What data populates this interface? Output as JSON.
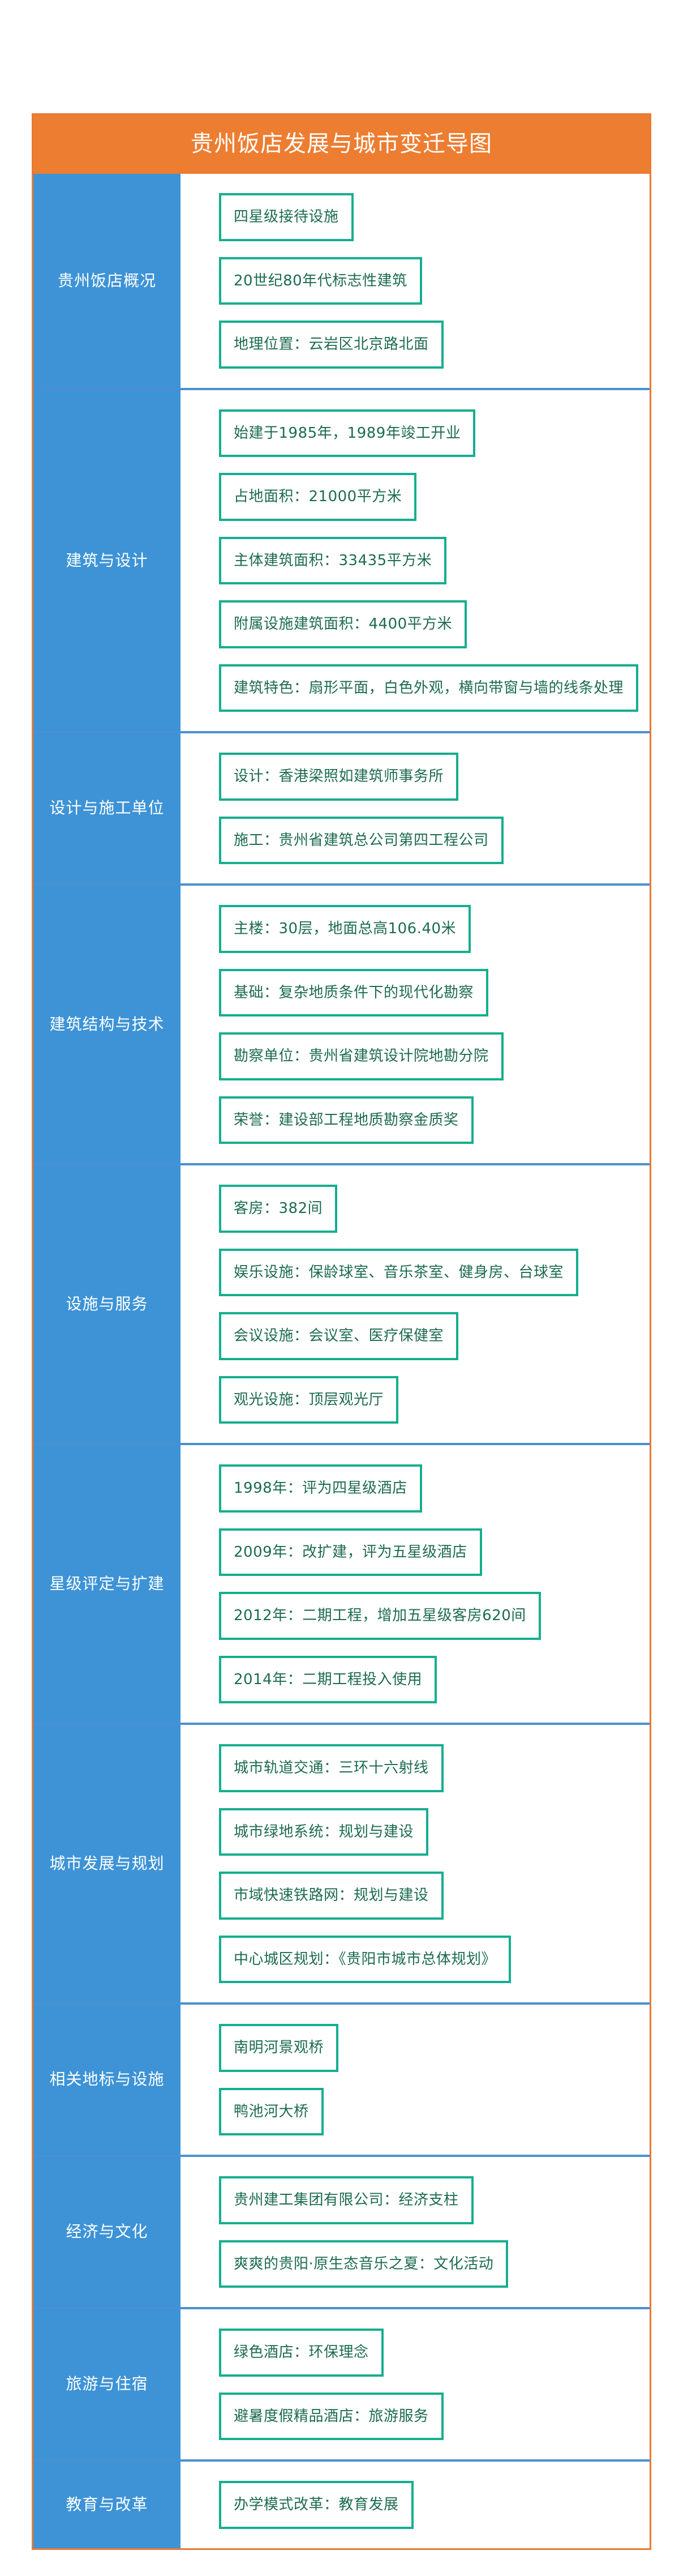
{
  "theme": {
    "header_bg": "#ED7D31",
    "header_text": "#FFFFFF",
    "label_bg": "#3D93D6",
    "label_text": "#FFFFFF",
    "node_border": "#16AE8E",
    "node_text": "#1C6B50",
    "frame_border": "#E87A34",
    "row_divider": "#4A90D0",
    "page_bg": "#FFFFFF"
  },
  "header": {
    "title": "贵州饭店发展与城市变迁导图"
  },
  "sections": [
    {
      "label": "贵州饭店概况",
      "nodes": [
        "四星级接待设施",
        "20世纪80年代标志性建筑",
        "地理位置：云岩区北京路北面"
      ]
    },
    {
      "label": "建筑与设计",
      "nodes": [
        "始建于1985年，1989年竣工开业",
        "占地面积：21000平方米",
        "主体建筑面积：33435平方米",
        "附属设施建筑面积：4400平方米",
        "建筑特色：扇形平面，白色外观，横向带窗与墙的线条处理"
      ]
    },
    {
      "label": "设计与施工单位",
      "nodes": [
        "设计：香港梁照如建筑师事务所",
        "施工：贵州省建筑总公司第四工程公司"
      ]
    },
    {
      "label": "建筑结构与技术",
      "nodes": [
        "主楼：30层，地面总高106.40米",
        "基础：复杂地质条件下的现代化勘察",
        "勘察单位：贵州省建筑设计院地勘分院",
        "荣誉：建设部工程地质勘察金质奖"
      ]
    },
    {
      "label": "设施与服务",
      "nodes": [
        "客房：382间",
        "娱乐设施：保龄球室、音乐茶室、健身房、台球室",
        "会议设施：会议室、医疗保健室",
        "观光设施：顶层观光厅"
      ]
    },
    {
      "label": "星级评定与扩建",
      "nodes": [
        "1998年：评为四星级酒店",
        "2009年：改扩建，评为五星级酒店",
        "2012年：二期工程，增加五星级客房620间",
        "2014年：二期工程投入使用"
      ]
    },
    {
      "label": "城市发展与规划",
      "nodes": [
        "城市轨道交通：三环十六射线",
        "城市绿地系统：规划与建设",
        "市域快速铁路网：规划与建设",
        "中心城区规划：《贵阳市城市总体规划》"
      ]
    },
    {
      "label": "相关地标与设施",
      "nodes": [
        "南明河景观桥",
        "鸭池河大桥"
      ]
    },
    {
      "label": "经济与文化",
      "nodes": [
        "贵州建工集团有限公司：经济支柱",
        "爽爽的贵阳·原生态音乐之夏：文化活动"
      ]
    },
    {
      "label": "旅游与住宿",
      "nodes": [
        "绿色酒店：环保理念",
        "避暑度假精品酒店：旅游服务"
      ]
    },
    {
      "label": "教育与改革",
      "nodes": [
        "办学模式改革：教育发展"
      ]
    }
  ]
}
